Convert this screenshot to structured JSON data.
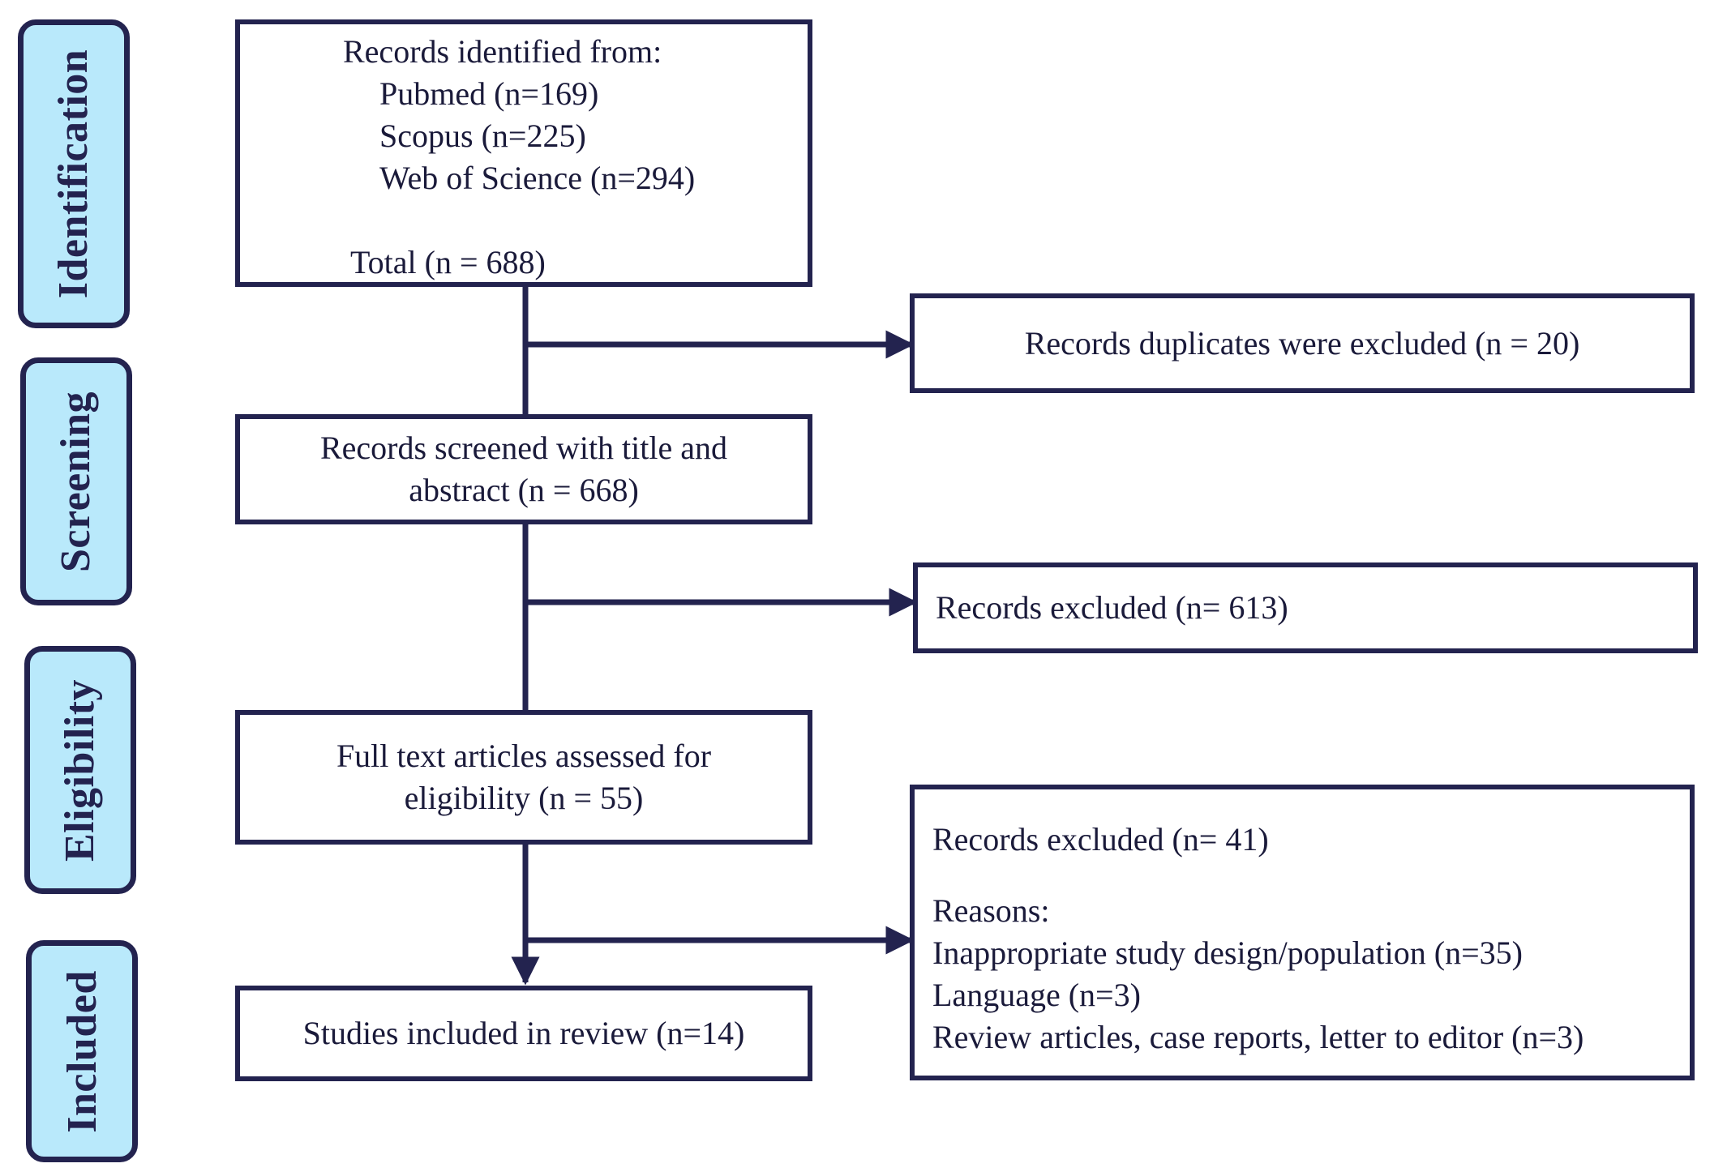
{
  "stages": [
    {
      "id": "identification",
      "label": "Identification"
    },
    {
      "id": "screening",
      "label": "Screening"
    },
    {
      "id": "eligibility",
      "label": "Eligibility"
    },
    {
      "id": "included",
      "label": "Included"
    }
  ],
  "identification": {
    "title": "Records identified from:",
    "sources": [
      "Pubmed (n=169)",
      "Scopus (n=225)",
      "Web of Science (n=294)"
    ],
    "total": "Total (n = 688)"
  },
  "duplicates_excluded": "Records duplicates were excluded (n = 20)",
  "screening": {
    "lines": [
      "Records screened with title and",
      "abstract (n = 668)"
    ]
  },
  "screening_excluded": "Records excluded (n= 613)",
  "eligibility": {
    "lines": [
      "Full text articles assessed for",
      "eligibility (n = 55)"
    ]
  },
  "eligibility_excluded": {
    "heading": "Records excluded (n= 41)",
    "reasons_title": "Reasons:",
    "reasons": [
      "Inappropriate study design/population (n=35)",
      "Language (n=3)",
      "Review articles, case reports, letter to editor (n=3)"
    ]
  },
  "included": {
    "text": "Studies included in review (n=14)"
  },
  "colors": {
    "stage_fill": "#b9e9fb",
    "stroke": "#23234f",
    "text": "#1a1a3a"
  }
}
